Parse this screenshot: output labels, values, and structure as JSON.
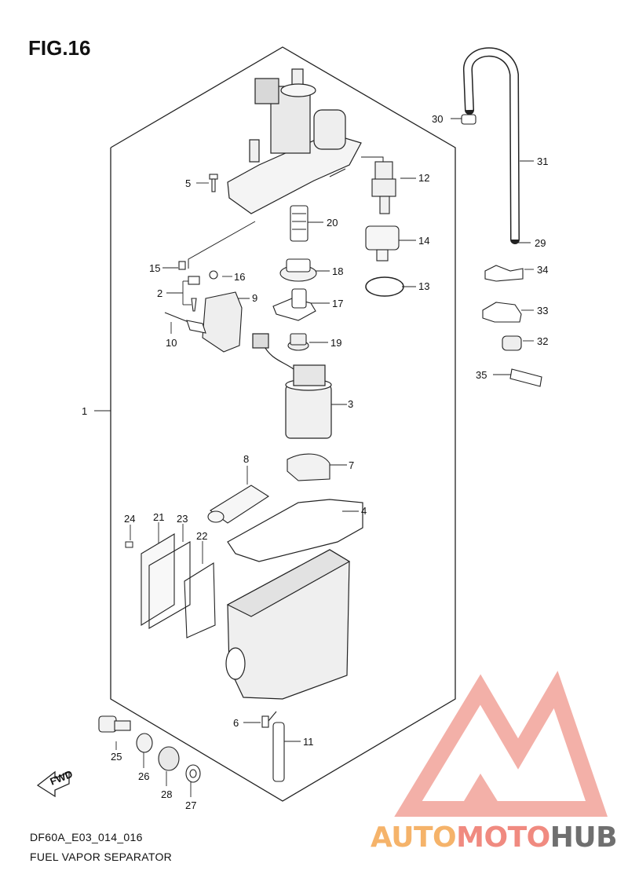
{
  "figure": {
    "title": "FIG.16"
  },
  "footer": {
    "model_code": "DF60A_E03_014_016",
    "caption": "FUEL VAPOR SEPARATOR"
  },
  "watermark": {
    "brand_part1": "AUTO",
    "brand_part2": "MOTO",
    "brand_part3": "HUB",
    "colors": {
      "part1": "#f5b36a",
      "part2": "#f08a80",
      "part3": "#6f6f6f"
    }
  },
  "direction_arrow": {
    "label": "FWD"
  },
  "callouts": [
    "1",
    "2",
    "3",
    "4",
    "5",
    "6",
    "7",
    "8",
    "9",
    "10",
    "11",
    "12",
    "13",
    "14",
    "15",
    "16",
    "17",
    "18",
    "19",
    "20",
    "21",
    "22",
    "23",
    "24",
    "25",
    "26",
    "27",
    "28",
    "29",
    "30",
    "31",
    "32",
    "33",
    "34",
    "35"
  ]
}
